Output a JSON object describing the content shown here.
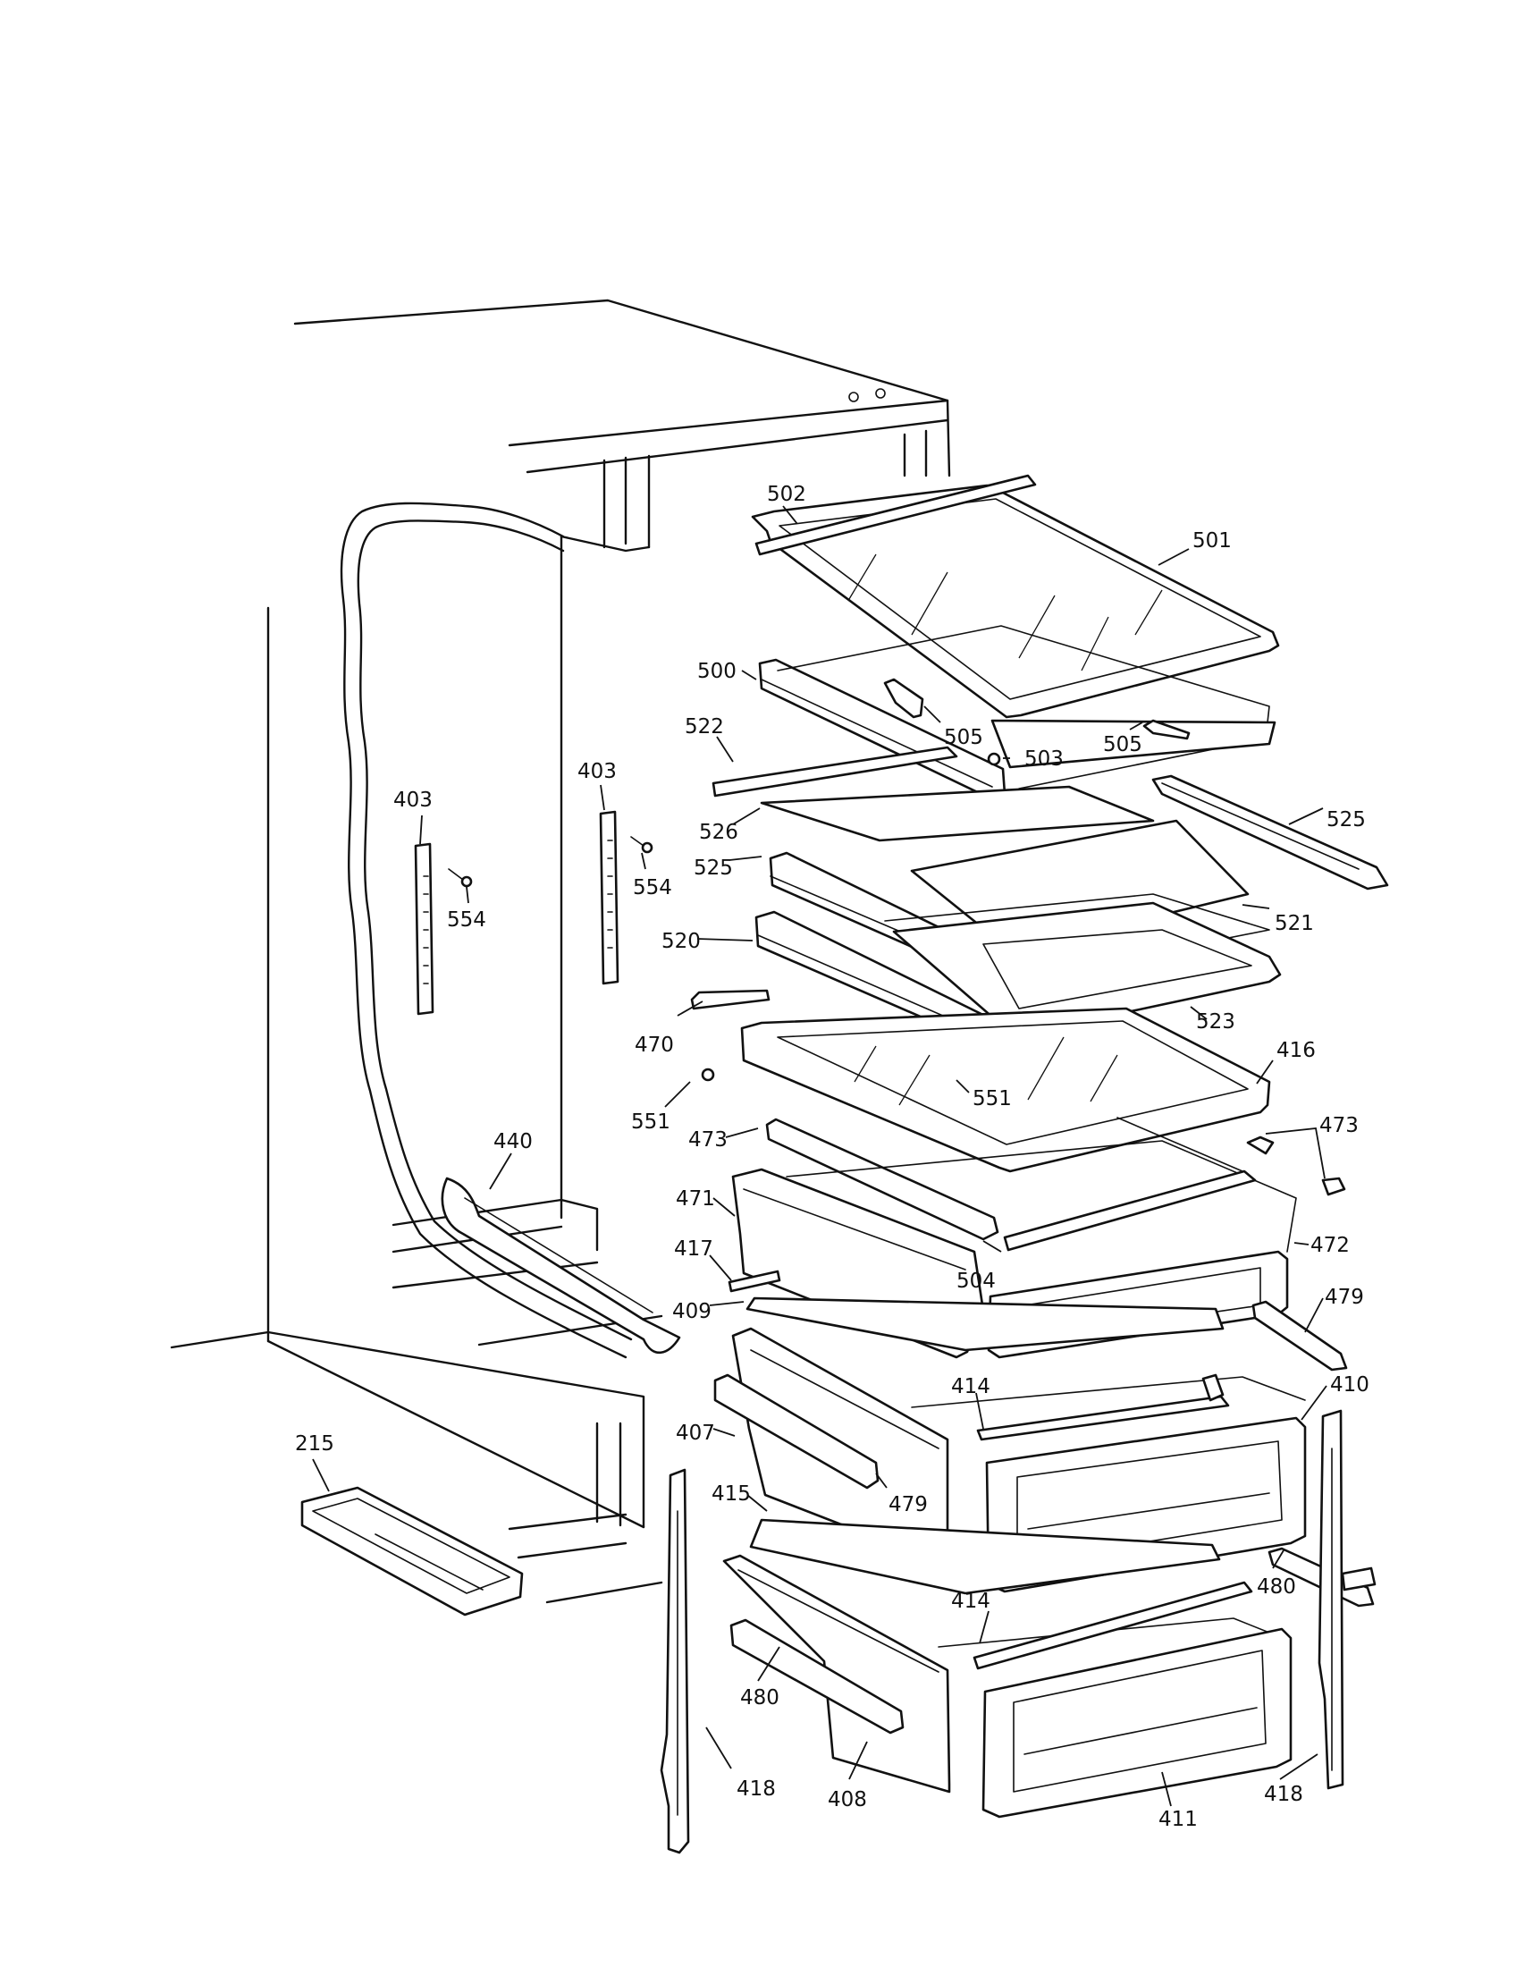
{
  "callouts": [
    {
      "id": "c502",
      "label": "502"
    },
    {
      "id": "c501",
      "label": "501"
    },
    {
      "id": "c500",
      "label": "500"
    },
    {
      "id": "c505a",
      "label": "505"
    },
    {
      "id": "c505b",
      "label": "505"
    },
    {
      "id": "c503",
      "label": "503"
    },
    {
      "id": "c522",
      "label": "522"
    },
    {
      "id": "c525a",
      "label": "525"
    },
    {
      "id": "c526",
      "label": "526"
    },
    {
      "id": "c525b",
      "label": "525"
    },
    {
      "id": "c521",
      "label": "521"
    },
    {
      "id": "c520",
      "label": "520"
    },
    {
      "id": "c523",
      "label": "523"
    },
    {
      "id": "c403a",
      "label": "403"
    },
    {
      "id": "c554a",
      "label": "554"
    },
    {
      "id": "c403b",
      "label": "403"
    },
    {
      "id": "c554b",
      "label": "554"
    },
    {
      "id": "c470",
      "label": "470"
    },
    {
      "id": "c551a",
      "label": "551"
    },
    {
      "id": "c551b",
      "label": "551"
    },
    {
      "id": "c416",
      "label": "416"
    },
    {
      "id": "c473a",
      "label": "473"
    },
    {
      "id": "c473b",
      "label": "473"
    },
    {
      "id": "c440",
      "label": "440"
    },
    {
      "id": "c471",
      "label": "471"
    },
    {
      "id": "c472",
      "label": "472"
    },
    {
      "id": "c504",
      "label": "504"
    },
    {
      "id": "c417",
      "label": "417"
    },
    {
      "id": "c409",
      "label": "409"
    },
    {
      "id": "c479a",
      "label": "479"
    },
    {
      "id": "c414a",
      "label": "414"
    },
    {
      "id": "c410",
      "label": "410"
    },
    {
      "id": "c407",
      "label": "407"
    },
    {
      "id": "c479b",
      "label": "479"
    },
    {
      "id": "c215",
      "label": "215"
    },
    {
      "id": "c415",
      "label": "415"
    },
    {
      "id": "c480a",
      "label": "480"
    },
    {
      "id": "c414b",
      "label": "414"
    },
    {
      "id": "c480b",
      "label": "480"
    },
    {
      "id": "c418a",
      "label": "418"
    },
    {
      "id": "c408",
      "label": "408"
    },
    {
      "id": "c411",
      "label": "411"
    },
    {
      "id": "c418b",
      "label": "418"
    }
  ]
}
